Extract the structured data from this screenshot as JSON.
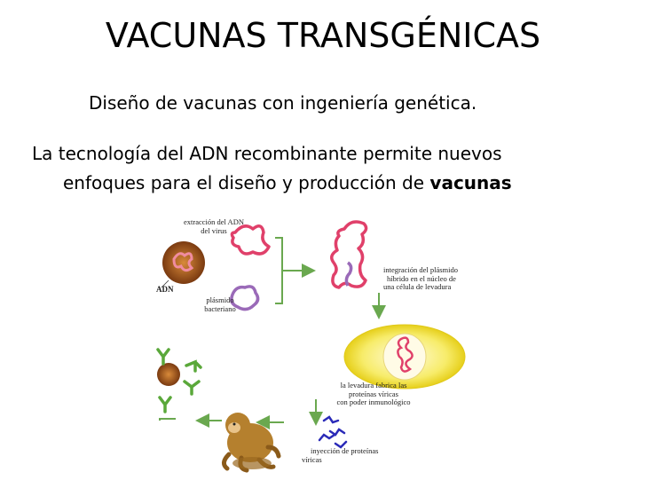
{
  "slide": {
    "title": "VACUNAS TRANSGÉNICAS",
    "subtitle": "Diseño de vacunas con ingeniería genética.",
    "body_line1": "La tecnología del ADN recombinante permite nuevos",
    "body_line2_pre": "enfoques para el diseño y producción de ",
    "body_line2_bold": "vacunas"
  },
  "diagram": {
    "labels": {
      "extraction": "extracción del ADN del virus",
      "extraction_1": "extracción del ADN",
      "extraction_2": "del virus",
      "adn": "ADN",
      "plasmid_1": "plásmido",
      "plasmid_2": "bacteriano",
      "integration_1": "integración del plásmido",
      "integration_2": "híbrido en el núcleo de",
      "integration_3": "una célula de levadura",
      "yeast_1": "la levadura fabrica las",
      "yeast_2": "proteínas víricas",
      "yeast_3": "con poder inmunológico",
      "injection_1": "inyección de proteínas",
      "injection_2": "víricas"
    },
    "colors": {
      "arrow": "#6aa84f",
      "virus_dna": "#e0406a",
      "plasmid": "#9a6ab8",
      "yeast_outer": "#f2e23a",
      "yeast_inner": "#fffbe0",
      "antibody": "#5aa83a",
      "monkey": "#b5802e",
      "protein": "#2a2ab8",
      "cell": "#b0601a"
    }
  }
}
